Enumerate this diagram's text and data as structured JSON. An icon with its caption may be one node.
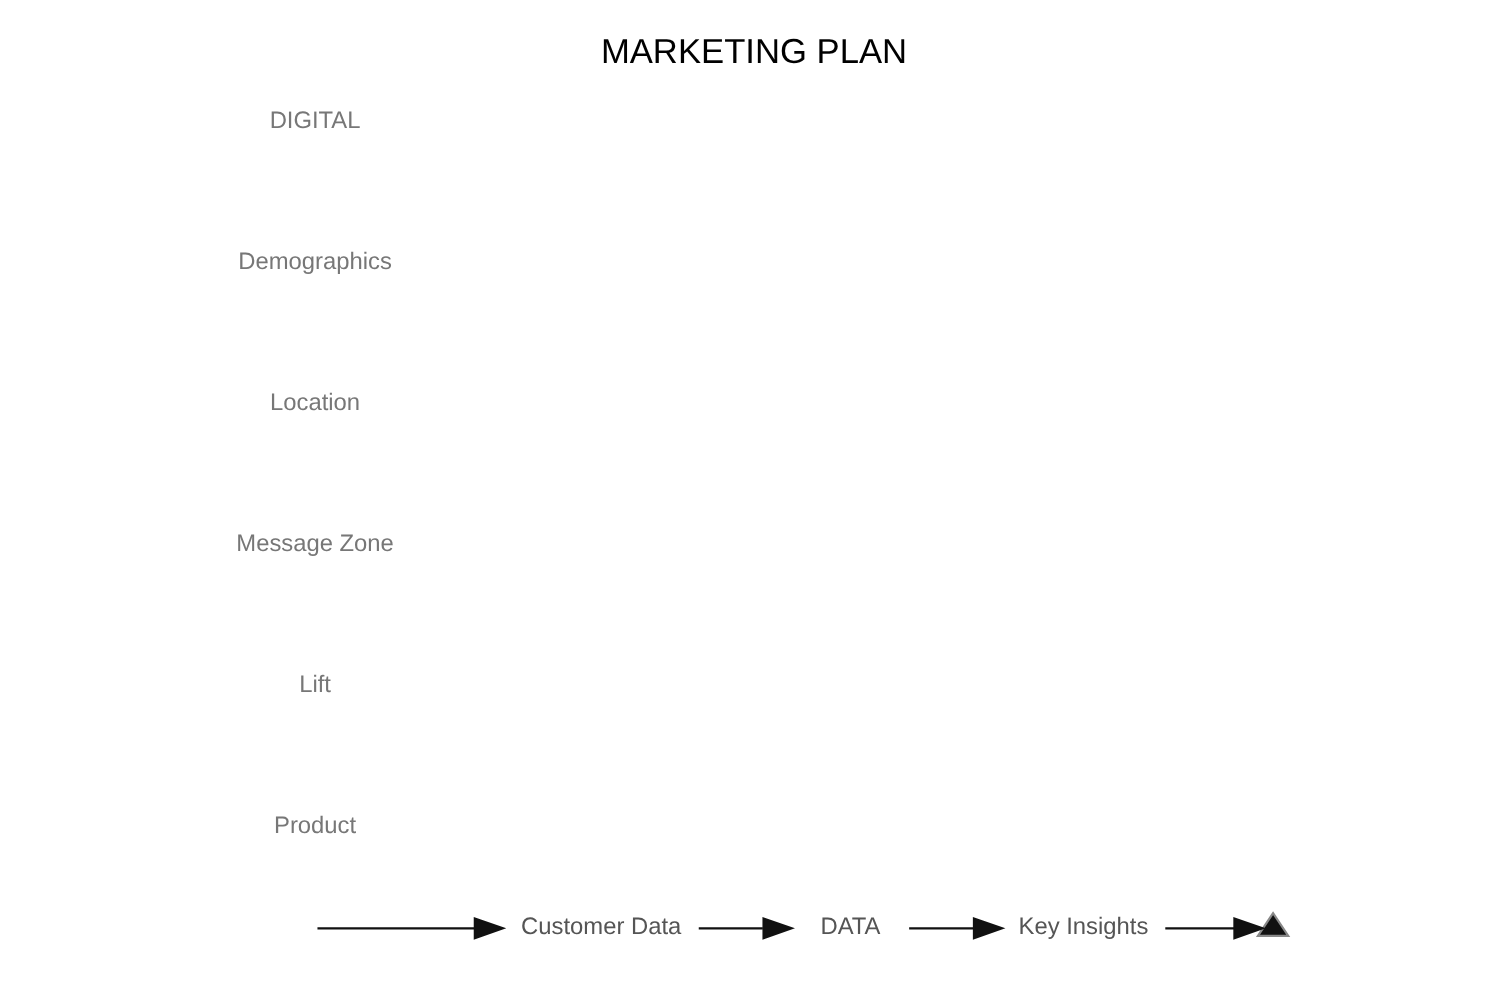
{
  "diagram": {
    "title": "MARKETING PLAN",
    "nodes": [
      {
        "text": [
          "Customer Data"
        ]
      },
      {
        "text": [
          "DATA"
        ]
      },
      {
        "text": [
          "Key Insights"
        ]
      },
      {
        "text": [],
        "shape": "triangle"
      }
    ],
    "edges": [
      {
        "from": null,
        "to": 0,
        "arrow": "to"
      },
      {
        "from": 0,
        "to": 1,
        "arrow": "to"
      },
      {
        "from": 1,
        "to": 2,
        "arrow": "to"
      },
      {
        "from": 2,
        "to": 3,
        "arrow": "to"
      }
    ],
    "labels": [
      "Product",
      "Lift",
      "Message Zone",
      "Location",
      "Demographics",
      "DIGITAL"
    ]
  }
}
